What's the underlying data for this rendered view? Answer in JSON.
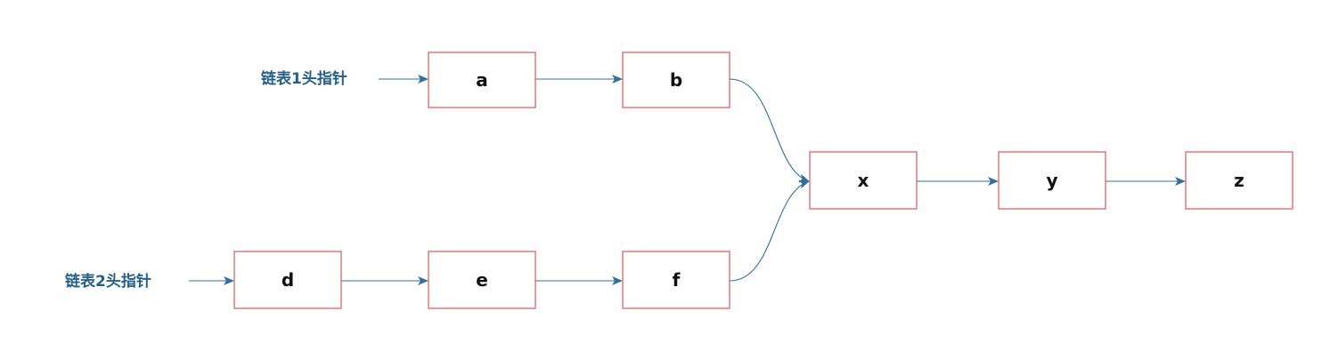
{
  "diagram": {
    "head_labels": {
      "list1": "链表1头指针",
      "list2": "链表2头指针"
    },
    "nodes": {
      "a": "a",
      "b": "b",
      "x": "x",
      "y": "y",
      "z": "z",
      "d": "d",
      "e": "e",
      "f": "f"
    },
    "colors": {
      "node_border": "#d9575b",
      "arrow": "#2e6fa3",
      "label_text": "#215f8c",
      "node_text": "#111111"
    }
  }
}
